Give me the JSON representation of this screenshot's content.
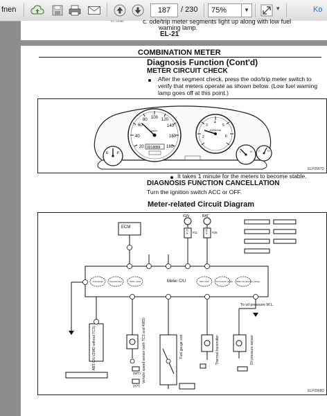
{
  "toolbar": {
    "left_label": "fnen",
    "page_current": "187",
    "page_total": "/ 230",
    "zoom": "75%",
    "search_label": "Ko"
  },
  "top_page": {
    "fragment_id": "EC-130BD",
    "line1": "c. ode/trip meter segments light up along with low fuel",
    "line2": "warning lamp.",
    "page_number": "EL-21"
  },
  "main_page": {
    "section_title": "COMBINATION METER",
    "heading": "Diagnosis Function (Cont'd)",
    "subheading": "METER CIRCUIT CHECK",
    "bullet1_line1": "After the segment check, press the odo/trip meter switch to",
    "bullet1_line2": "verify that meters operate as shown below. (Low fuel warning",
    "bullet1_line3": "lamp goes off at this point.)",
    "figure1_id": "ELF0967D",
    "bullet2": "It takes 1 minute for the meters to become stable.",
    "cancel_heading": "DIAGNOSIS FUNCTION CANCELLATION",
    "cancel_text": "Turn the ignition switch ACC or OFF.",
    "diagram_title": "Meter-related Circuit Diagram",
    "figure2_id": "ELF0968D"
  },
  "diagram": {
    "ecm": "ECM",
    "ign": "IGN",
    "bat": "BAT",
    "fuse_a": "10 A",
    "fuse_a_num": "#11",
    "fuse_b": "10 A",
    "fuse_b_num": "#28",
    "meter_cu": "Meter C/U",
    "to_oil": "To oil pressure W.L.",
    "abs_cu": "ABS C/U (2WD without TCS)",
    "vss": "Vehicle speed sensor (with TCS and 4WD)",
    "fuel_gauge_unit": "Fuel gauge unit",
    "thermal": "Thermal transmitter",
    "oil_sensor": "Oil pressure sensor",
    "mt": "(M/T)",
    "at": "(A/T)",
    "gauges": [
      "Fuel gauge",
      "Speedometer",
      "Tacho meter",
      "Odo meter",
      "Oil pressure gauge",
      "Water temperature gauge"
    ]
  }
}
